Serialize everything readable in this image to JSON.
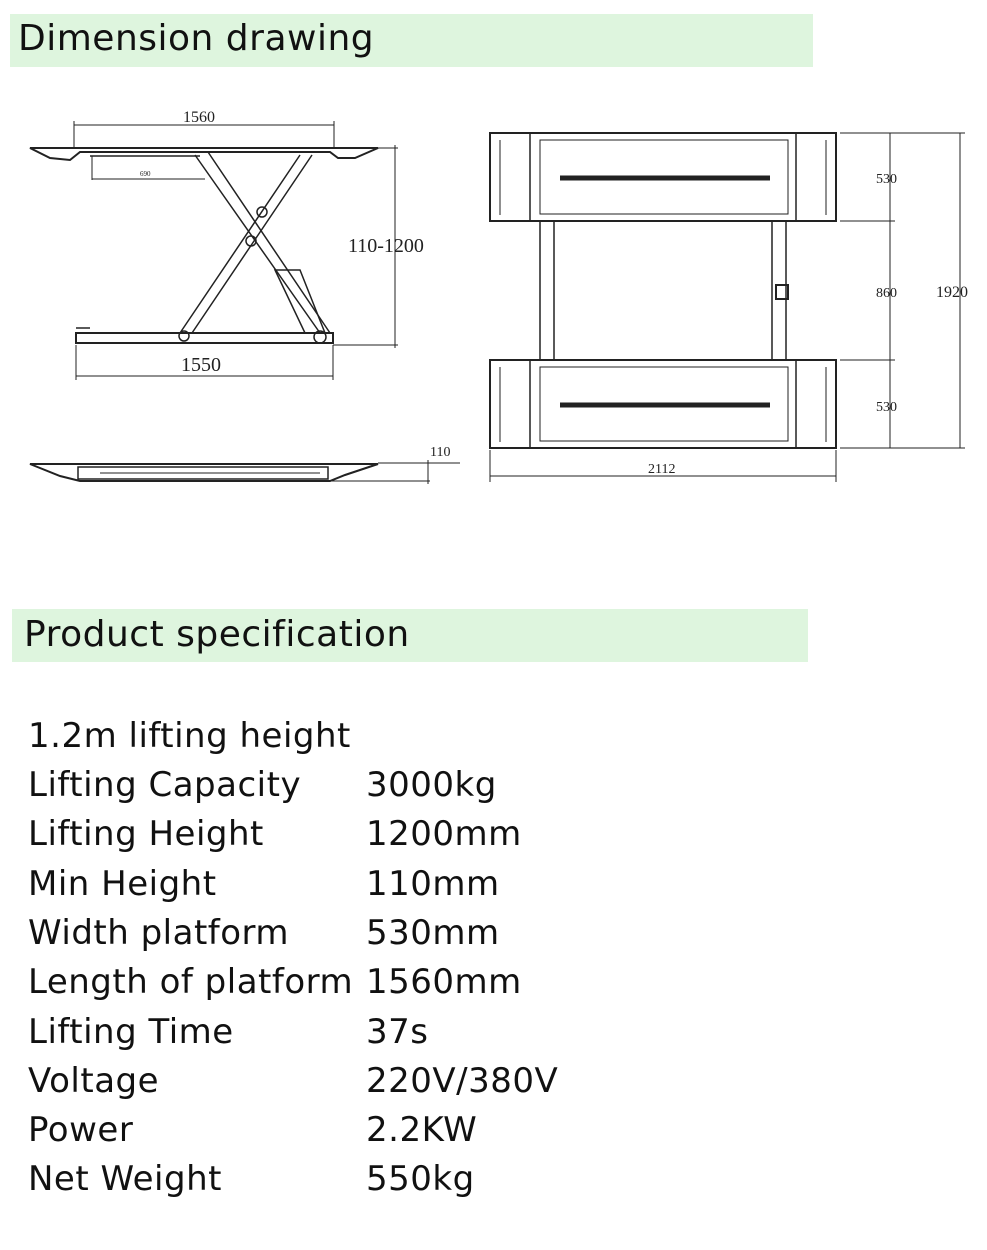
{
  "sections": {
    "dimension_title": "Dimension drawing",
    "spec_title": "Product specification"
  },
  "drawing": {
    "side_view": {
      "top_length": "1560",
      "inner": "690",
      "height_range": "110-1200",
      "base_length": "1550",
      "min_height": "110"
    },
    "top_view": {
      "platform_1": "530",
      "gap": "860",
      "platform_2": "530",
      "total_width": "1920",
      "total_length": "2112"
    }
  },
  "spec": {
    "headline": "1.2m lifting height",
    "rows": [
      {
        "label": "Lifting Capacity",
        "value": "3000kg"
      },
      {
        "label": "Lifting Height",
        "value": "1200mm"
      },
      {
        "label": "Min Height",
        "value": "110mm"
      },
      {
        "label": "Width platform",
        "value": "530mm"
      },
      {
        "label": "Length of platform",
        "value": "1560mm"
      },
      {
        "label": "Lifting Time",
        "value": "37s"
      },
      {
        "label": "Voltage",
        "value": "220V/380V"
      },
      {
        "label": "Power",
        "value": "2.2KW"
      },
      {
        "label": "Net Weight",
        "value": "550kg"
      }
    ]
  }
}
